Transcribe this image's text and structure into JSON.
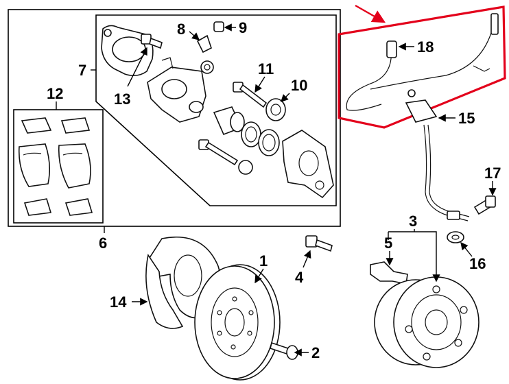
{
  "diagram": {
    "callouts": [
      "1",
      "2",
      "3",
      "4",
      "5",
      "6",
      "7",
      "8",
      "9",
      "10",
      "11",
      "12",
      "13",
      "14",
      "15",
      "16",
      "17",
      "18"
    ],
    "highlight_color": "#e3001b",
    "line_color": "#000000",
    "background": "#ffffff"
  }
}
